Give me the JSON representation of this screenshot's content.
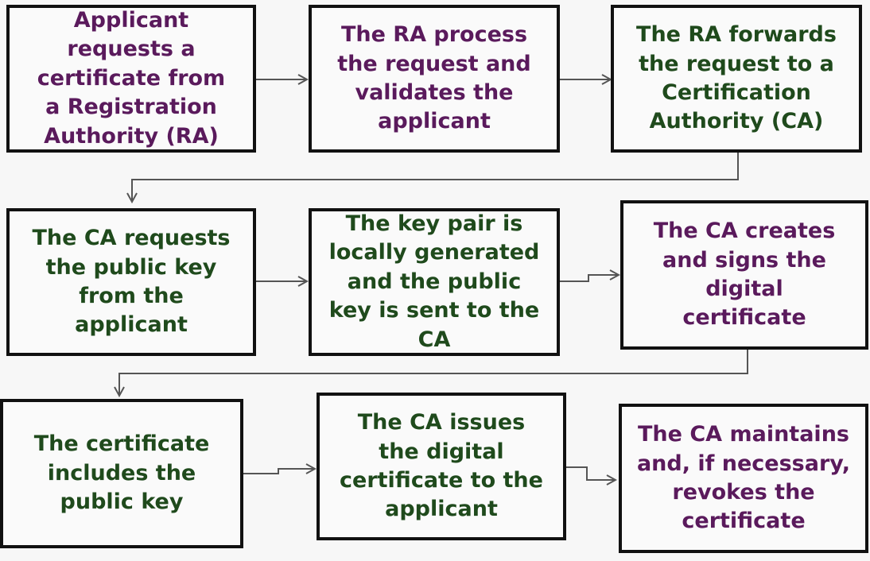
{
  "colors": {
    "purple_text": "#5a1a5c",
    "green_text": "#1f4a1c",
    "border": "#111111",
    "arrow": "#555555"
  },
  "steps": [
    {
      "id": 1,
      "text": "Applicant requests a certificate from a Registration Authority (RA)"
    },
    {
      "id": 2,
      "text": "The RA process the request and validates the applicant"
    },
    {
      "id": 3,
      "text": "The RA forwards the request to a Certification Authority (CA)"
    },
    {
      "id": 4,
      "text": "The CA requests the public key from the applicant"
    },
    {
      "id": 5,
      "text": "The key pair is locally generated and the public key is sent to the CA"
    },
    {
      "id": 6,
      "text": "The CA creates and signs the digital certificate"
    },
    {
      "id": 7,
      "text": "The certificate includes the public key"
    },
    {
      "id": 8,
      "text": "The CA issues the digital certificate to the applicant"
    },
    {
      "id": 9,
      "text": "The CA maintains and, if necessary, revokes the certificate"
    }
  ]
}
